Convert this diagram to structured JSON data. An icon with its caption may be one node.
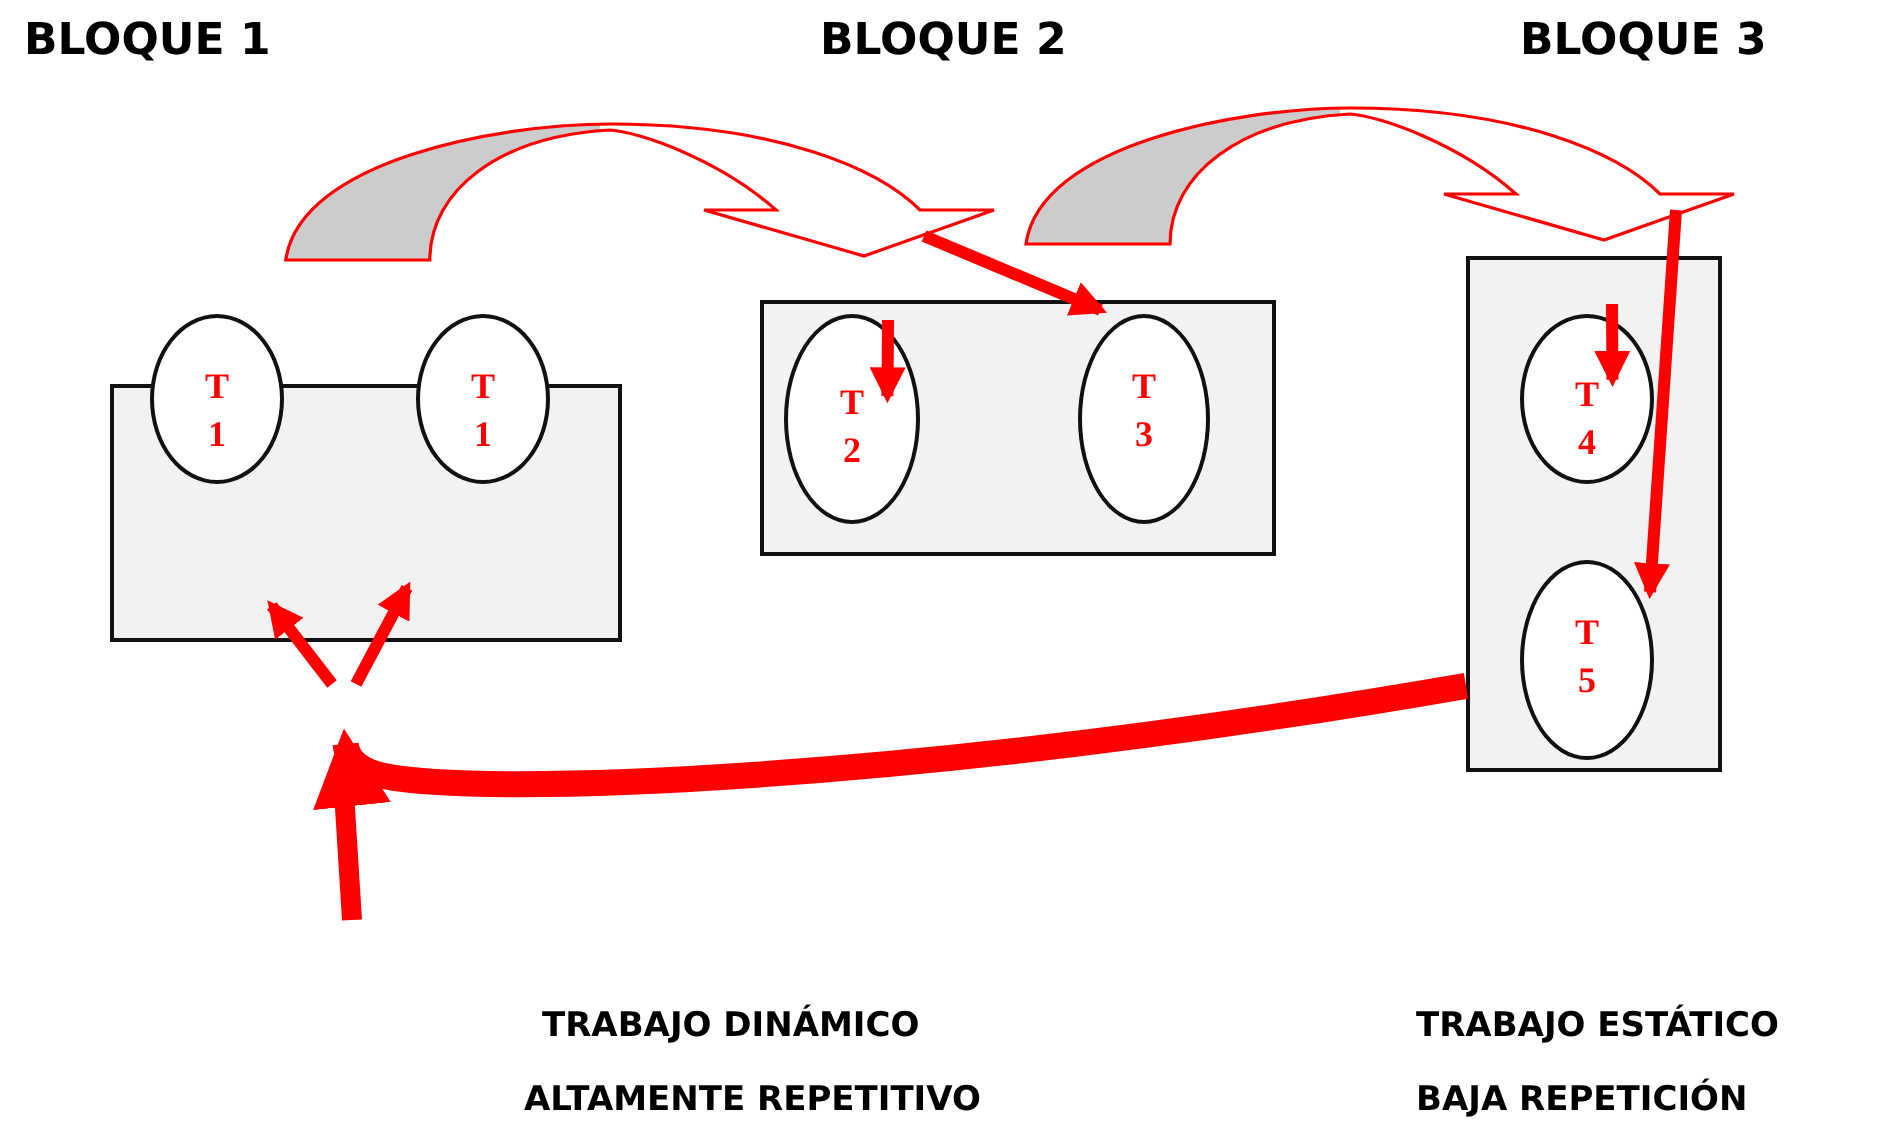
{
  "diagram": {
    "nodes": [
      {
        "text": [],
        "shape": "box"
      },
      {
        "text": [
          "T 1"
        ]
      },
      {
        "text": [
          "T 1"
        ]
      },
      {
        "text": [],
        "shape": "box"
      },
      {
        "text": [
          "T 2"
        ],
        "in": 3
      },
      {
        "text": [
          "T 3"
        ],
        "in": 3
      },
      {
        "text": [],
        "shape": "box"
      },
      {
        "text": [
          "T 4"
        ],
        "in": 6
      },
      {
        "text": [
          "T 5"
        ],
        "in": 6
      }
    ],
    "edges": [
      {
        "from": 0,
        "to": 3,
        "arrow": "to",
        "style": "thick"
      },
      {
        "from": 3,
        "to": 6,
        "arrow": "to",
        "style": "thick"
      },
      {
        "from": null,
        "to": 5,
        "arrow": "to"
      },
      {
        "from": null,
        "to": 4,
        "arrow": "to"
      },
      {
        "from": null,
        "to": 7,
        "arrow": "to"
      },
      {
        "from": null,
        "to": 8,
        "arrow": "to"
      },
      {
        "from": 6,
        "to": 0,
        "arrow": "to",
        "style": "thick"
      },
      {
        "from": null,
        "to": 0,
        "arrow": "to"
      },
      {
        "from": null,
        "to": 0,
        "arrow": "to"
      }
    ],
    "labels": [
      "BLOQUE 1",
      "BLOQUE 2",
      "BLOQUE 3",
      "TRABAJO DINÁMICO",
      "TRABAJO ESTÁTICO",
      "ALTAMENTE REPETITIVO",
      "BAJA REPETICIÓN"
    ]
  }
}
